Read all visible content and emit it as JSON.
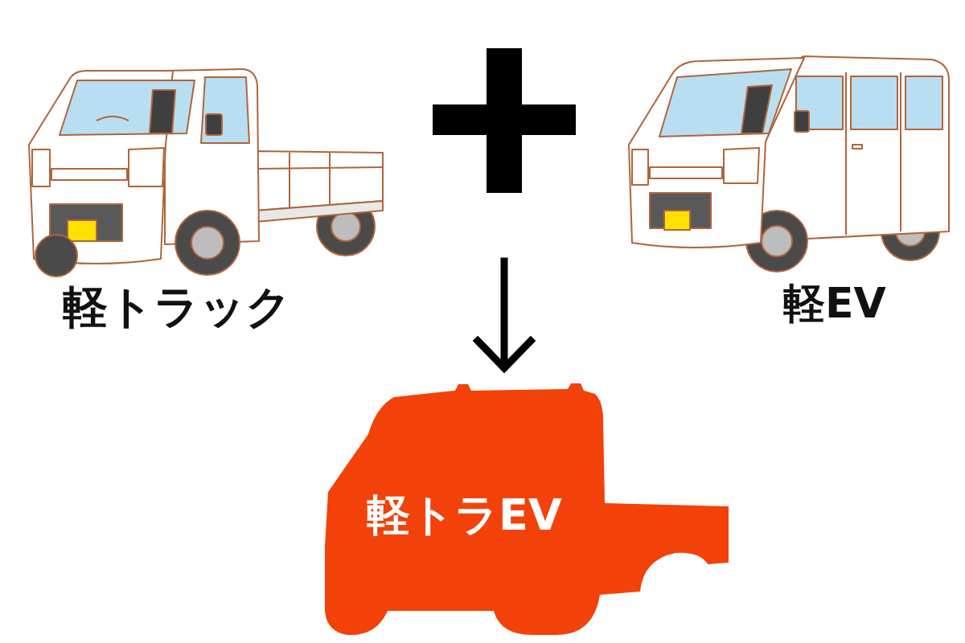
{
  "diagram": {
    "nodes": [
      {
        "text": [
          "軽トラック"
        ]
      },
      {
        "text": [
          "軽EV"
        ]
      },
      {
        "text": [
          "軽トラEV"
        ]
      }
    ]
  }
}
